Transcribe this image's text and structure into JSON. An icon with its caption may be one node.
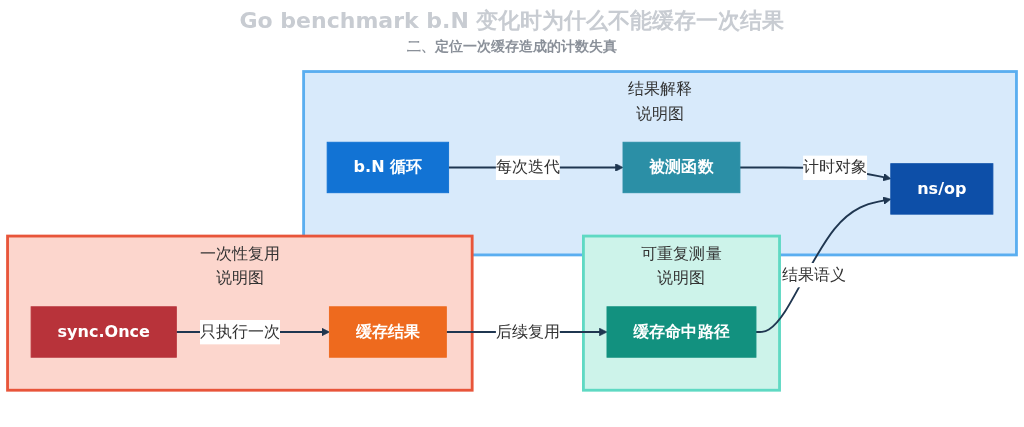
{
  "diagram": {
    "title": "Go benchmark b.N 变化时为什么不能缓存一次结果",
    "caption": "二、定位一次缓存造成的计数失真",
    "nodes": [
      {
        "text": [
          "一次性复用",
          "说明图"
        ]
      },
      {
        "text": [
          "sync.Once"
        ],
        "in": 0
      },
      {
        "text": [
          "缓存结果"
        ],
        "in": 0
      },
      {
        "text": [
          "可重复测量",
          "说明图"
        ]
      },
      {
        "text": [
          "缓存命中路径"
        ],
        "in": 3
      },
      {
        "text": [
          "结果解释",
          "说明图"
        ]
      },
      {
        "text": [
          "b.N 循环"
        ],
        "in": 5
      },
      {
        "text": [
          "被测函数"
        ],
        "in": 5
      },
      {
        "text": [
          "ns/op"
        ],
        "in": 5
      }
    ],
    "edges": [
      {
        "from": 1,
        "to": 2,
        "arrow": "to",
        "label": "只执行一次"
      },
      {
        "from": 2,
        "to": 4,
        "arrow": "to",
        "label": "后续复用"
      },
      {
        "from": 6,
        "to": 7,
        "arrow": "to",
        "label": "每次迭代"
      },
      {
        "from": 7,
        "to": 8,
        "arrow": "to",
        "label": "计时对象"
      },
      {
        "from": 4,
        "to": 8,
        "arrow": "to",
        "label": "结果语义"
      }
    ]
  }
}
